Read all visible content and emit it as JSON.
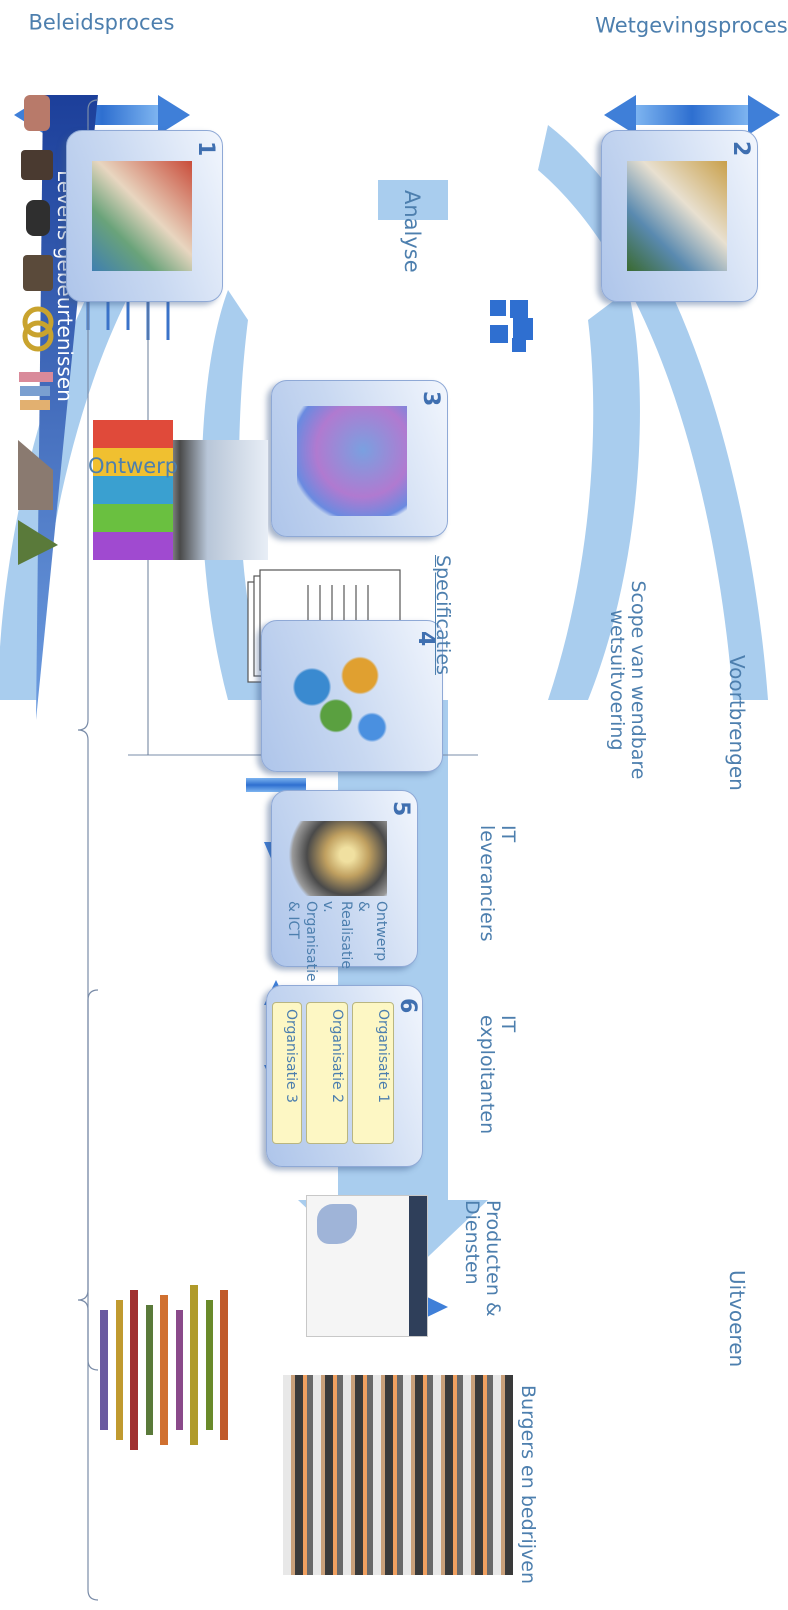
{
  "left_labels": {
    "top": "Wetgevingsproces",
    "bottom": "Beleidsproces"
  },
  "top_banner": "Levens gebeurtenissen",
  "flow_labels": {
    "analyse": "Analyse",
    "ontwerp": "Ontwerp",
    "specificaties": "Specificaties"
  },
  "boxes": [
    {
      "number": "1"
    },
    {
      "number": "2"
    },
    {
      "number": "3"
    },
    {
      "number": "4"
    },
    {
      "number": "5",
      "text": [
        "Ontwerp &",
        "Realisatie v.",
        "Organisatie",
        "& ICT"
      ]
    },
    {
      "number": "6",
      "orgs": [
        "Organisatie 1",
        "Organisatie 2",
        "Organisatie 3"
      ]
    }
  ],
  "products_label": [
    "Producten &",
    "Diensten"
  ],
  "citizens_label": "Burgers en bedrijven",
  "suppliers": {
    "it_leveranciers": [
      "IT",
      "leveranciers"
    ],
    "it_exploitanten": [
      "IT",
      "exploitanten"
    ]
  },
  "scope_label": [
    "Scope van wendbare",
    "wetsuitvoering"
  ],
  "phases": {
    "voortbrengen": "Voortbrengen",
    "uitvoeren": "Uitvoeren"
  },
  "colors": {
    "flow_fill": "#a9cdee",
    "arrow_blue": "#4a86d8",
    "text_blue": "#4d7fae",
    "box_border": "#8fa9d6",
    "org_fill": "#fdf7c4"
  },
  "icons": [
    "double-arrow-icon",
    "gears-people-icon",
    "document-stack-icon",
    "gear-machine-icon",
    "people-group-icon",
    "word-cloud-icon",
    "blue-cubes-icon",
    "life-events-icon"
  ]
}
